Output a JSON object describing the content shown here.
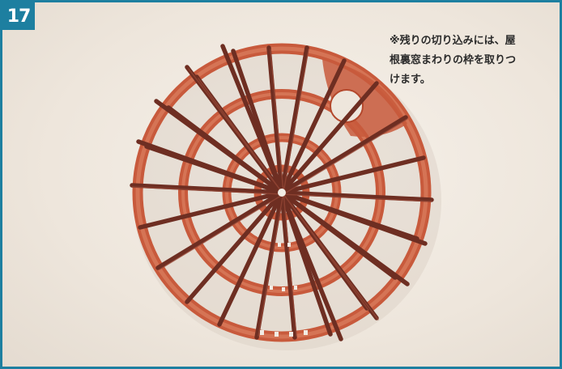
{
  "step": {
    "number": "17"
  },
  "caption": {
    "lines": [
      "※残りの切り込みには、屋",
      "根裏窓まわりの枠を取りつ",
      "けます。"
    ]
  },
  "photo": {
    "subject": "wheel-frame-with-spokes",
    "colors": {
      "wood": "#d5694a",
      "wood_edge": "#b4482c",
      "spoke": "#6e2e22",
      "background": "#eee6dc",
      "border": "#1d7fa0"
    }
  }
}
